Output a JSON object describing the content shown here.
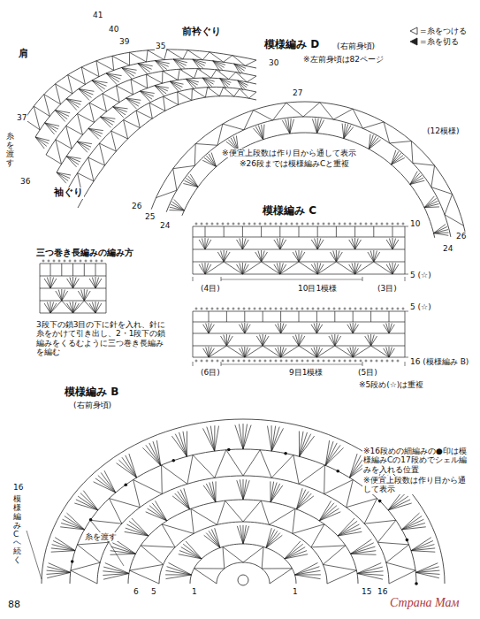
{
  "diagram": {
    "labels": [
      "肩",
      "41",
      "40",
      "39",
      "35",
      "前衿ぐり",
      "30",
      "27",
      "37",
      "糸を渡す",
      "36",
      "袖ぐり",
      "26",
      "25",
      "24",
      "模様編み D",
      "(右前身頃)",
      "※左前身頃は82ページ",
      "(12模様)",
      "※便宜上段数は作り目から通して表示",
      "※26段までは模様編みCと重複",
      "26",
      "24",
      "模様編み C",
      "10",
      "5 (☆)",
      "(4目)",
      "10目1模様",
      "(3目)",
      "三つ巻き長編みの編み方",
      "3段下の鎖3目の下に針を入れ、針に糸をかけて引き出し、2・1段下の鎖編みをくるむように三つ巻き長編みを編む",
      "5 (☆)",
      "16 (模様編み B)",
      "(6目)",
      "9目1模様",
      "(5目)",
      "※5段め(☆)は重複",
      "模様編み B",
      "(右前身頃)",
      "※16段めの細編みの●印は模様編みCの17段めでシェル編みを入れる位置",
      "※便宜上段数は作り目から通して表示",
      "16",
      "模様編みCへ続く",
      "糸を渡す",
      "6",
      "5",
      "1",
      "1",
      "15",
      "16",
      "88",
      "Страна Мам"
    ],
    "legend": [
      {
        "text": "=糸をつける"
      },
      {
        "text": "=糸を切る"
      }
    ]
  }
}
